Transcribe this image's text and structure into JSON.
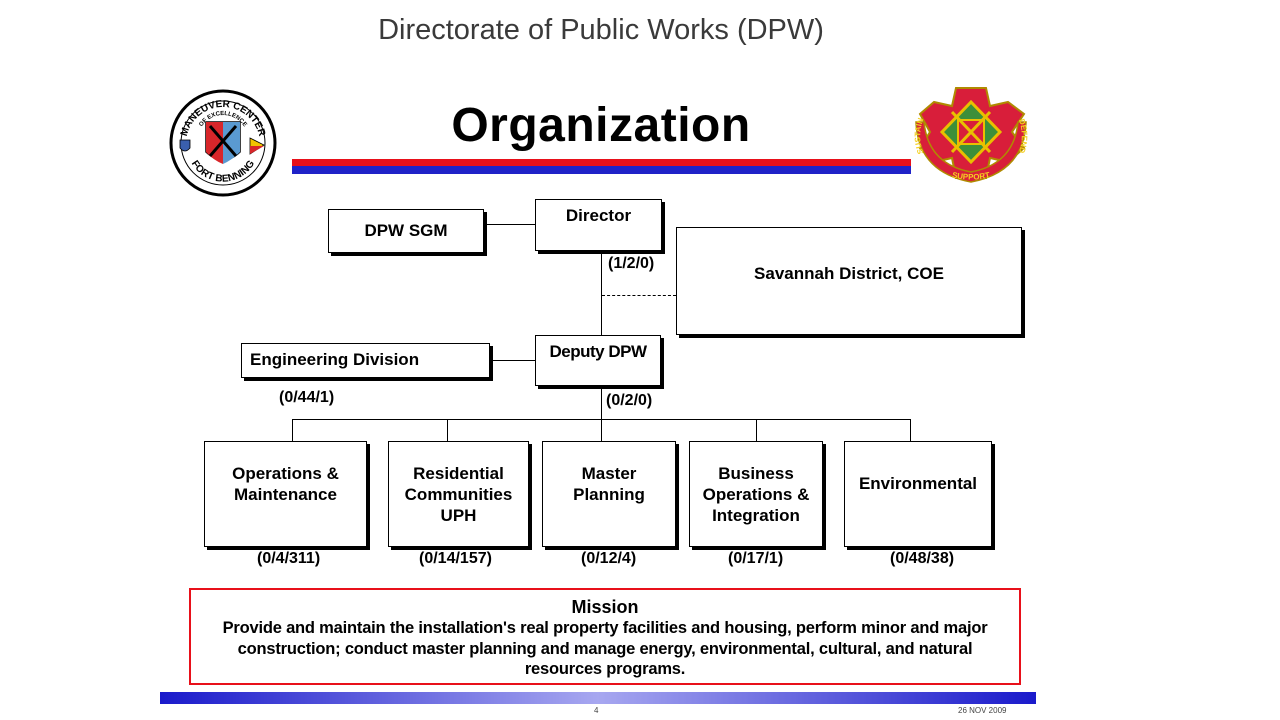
{
  "page": {
    "title": "Directorate of Public Works (DPW)"
  },
  "slide": {
    "heading": "Organization",
    "left_logo_text": {
      "top": "MANEUVER CENTER",
      "middle": "OF EXCELLENCE",
      "bottom": "FORT BENNING"
    },
    "right_logo_text": {
      "left": "SUSTAIN",
      "bottom": "SUPPORT",
      "right": "DEFEND"
    },
    "accent_red": "#e8101a",
    "accent_blue": "#1f22c8"
  },
  "org": {
    "director": {
      "label": "Director",
      "strength": "(1/2/0)"
    },
    "sgm": {
      "label": "DPW SGM"
    },
    "coe": {
      "label": "Savannah District, COE"
    },
    "engineering": {
      "label": "Engineering Division",
      "strength": "(0/44/1)"
    },
    "deputy": {
      "label": "Deputy DPW",
      "strength": "(0/2/0)"
    },
    "divisions": [
      {
        "label": "Operations & Maintenance",
        "strength": "(0/4/311)"
      },
      {
        "label": "Residential Communities UPH",
        "strength": "(0/14/157)"
      },
      {
        "label": "Master Planning",
        "strength": "(0/12/4)"
      },
      {
        "label": "Business Operations & Integration",
        "strength": "(0/17/1)"
      },
      {
        "label": "Environmental",
        "strength": "(0/48/38)"
      }
    ]
  },
  "mission": {
    "title": "Mission",
    "body": "Provide and maintain the installation's real property facilities and housing, perform minor and major construction; conduct master planning and manage energy, environmental, cultural, and natural resources programs."
  },
  "footer": {
    "page_number": "4",
    "date": "26 NOV 2009"
  }
}
